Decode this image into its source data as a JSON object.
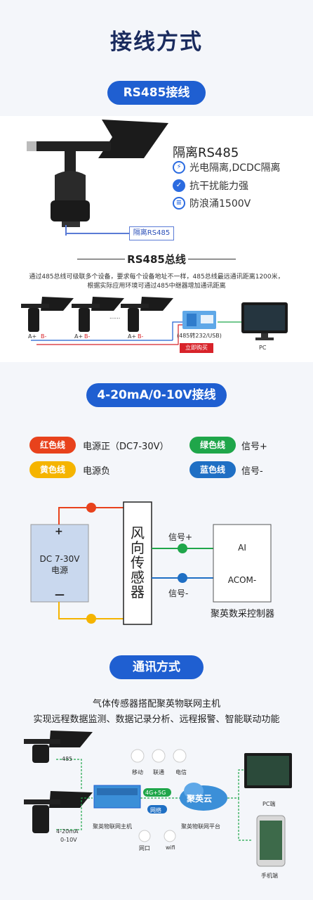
{
  "title": "接线方式",
  "rs485": {
    "pill": "RS485接线",
    "sensor_title": "隔离RS485",
    "features": [
      {
        "icon": "lightning-icon",
        "text": "光电隔离,DCDC隔离"
      },
      {
        "icon": "shield-icon",
        "text": "抗干扰能力强"
      },
      {
        "icon": "lines-icon",
        "text": "防浪涌1500V"
      }
    ],
    "iso_label": "隔离RS485",
    "bus_title": "RS485总线",
    "bus_desc_1": "通过485总线可级联多个设备，要求每个设备地址不一样，485总线最远通讯距离1200米，",
    "bus_desc_2": "根据实际应用环境可通过485中继器增加通讯距离",
    "a_plus": "A+",
    "b_minus": "B-",
    "dots": "......",
    "converter": "(485转232/USB)",
    "buy_button": "立即购买",
    "pc": "PC"
  },
  "analog": {
    "pill": "4-20mA/0-10V接线",
    "legend": [
      {
        "tag": "红色线",
        "color": "#e8421c",
        "desc": "电源正（DC7-30V）"
      },
      {
        "tag": "绿色线",
        "color": "#1fa64a",
        "desc": "信号+"
      },
      {
        "tag": "黄色线",
        "color": "#f5b400",
        "desc": "电源负"
      },
      {
        "tag": "蓝色线",
        "color": "#1f6fc4",
        "desc": "信号-"
      }
    ],
    "plus": "+",
    "minus": "—",
    "power_line1": "DC 7-30V",
    "power_line2": "电源",
    "sensor_chars": [
      "风",
      "向",
      "传",
      "感",
      "器"
    ],
    "signal_plus": "信号+",
    "signal_minus": "信号-",
    "ai": "AI",
    "acom": "ACOM-",
    "controller": "聚英数采控制器"
  },
  "comm": {
    "pill": "通讯方式",
    "line1": "气体传感器搭配聚英物联网主机",
    "line2": "实现远程数据监测、数据记录分析、远程报警、智能联动功能",
    "label_485": "485",
    "label_420": "4-20mA",
    "label_010": "0-10V",
    "host": "聚英物联网主机",
    "mobile": "移动",
    "unicom": "联通",
    "telecom": "电信",
    "net_4g": "4G+5G",
    "net": "网络",
    "wangkou": "网口",
    "wifi": "wifi",
    "cloud": "聚英云",
    "platform": "聚英物联网平台",
    "pc_end": "PC端",
    "phone_end": "手机端"
  }
}
